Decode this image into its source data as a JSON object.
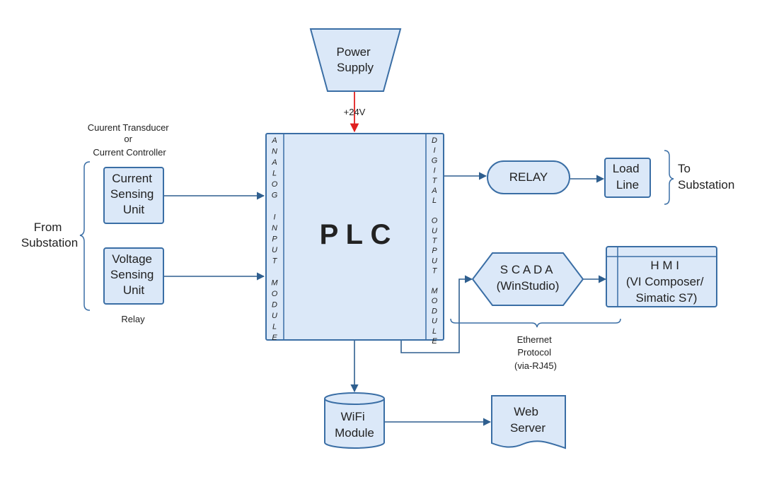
{
  "nodes": {
    "power_supply": [
      "Power",
      "Supply"
    ],
    "plc": "P L C",
    "analog_input_module": "ANALOG INPUT MODULE",
    "digital_output_module": "DIGITAL OUTPUT MODULE",
    "current_sensing_unit": [
      "Current",
      "Sensing",
      "Unit"
    ],
    "voltage_sensing_unit": [
      "Voltage",
      "Sensing",
      "Unit"
    ],
    "relay": "RELAY",
    "load_line": [
      "Load",
      "Line"
    ],
    "scada": [
      "S C A D A",
      "(WinStudio)"
    ],
    "hmi": [
      "H M I",
      "(VI Composer/",
      "Simatic S7)"
    ],
    "wifi_module": [
      "WiFi",
      "Module"
    ],
    "web_server": [
      "Web",
      "Server"
    ]
  },
  "labels": {
    "voltage_24v": "+24V",
    "current_transducer": [
      "Cuurent Transducer",
      "or",
      "Current Controller"
    ],
    "from_substation": [
      "From",
      "Substation"
    ],
    "to_substation": [
      "To",
      "Substation"
    ],
    "relay_note": "Relay",
    "ethernet": [
      "Ethernet",
      "Protocol",
      "(via-RJ45)"
    ]
  },
  "colors": {
    "fill": "#dbe8f8",
    "stroke": "#3a6ea5",
    "wire": "#2f5f8f",
    "power_wire": "#e02020",
    "text": "#222222"
  }
}
